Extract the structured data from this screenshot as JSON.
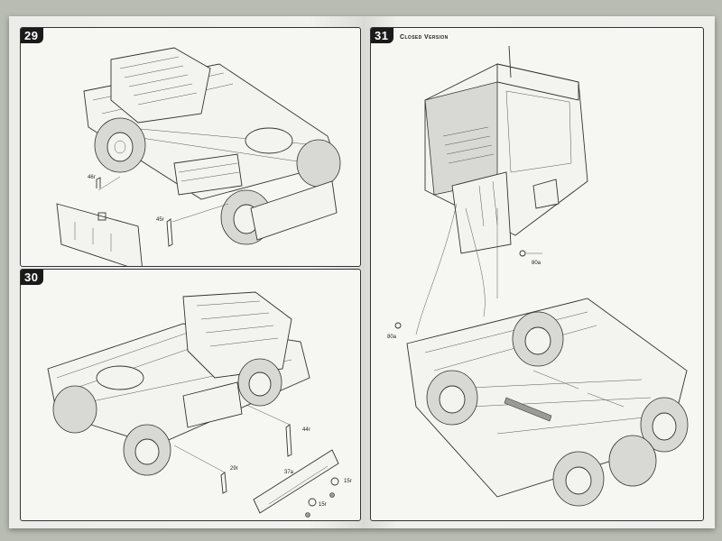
{
  "steps": [
    {
      "number": "29",
      "caption": "",
      "parts": [
        "46r",
        "45r"
      ]
    },
    {
      "number": "30",
      "caption": "",
      "parts": [
        "44r",
        "29r",
        "37a",
        "15r",
        "15r"
      ]
    },
    {
      "number": "31",
      "caption": "Closed Version",
      "parts": [
        "80a",
        "80a"
      ]
    }
  ]
}
